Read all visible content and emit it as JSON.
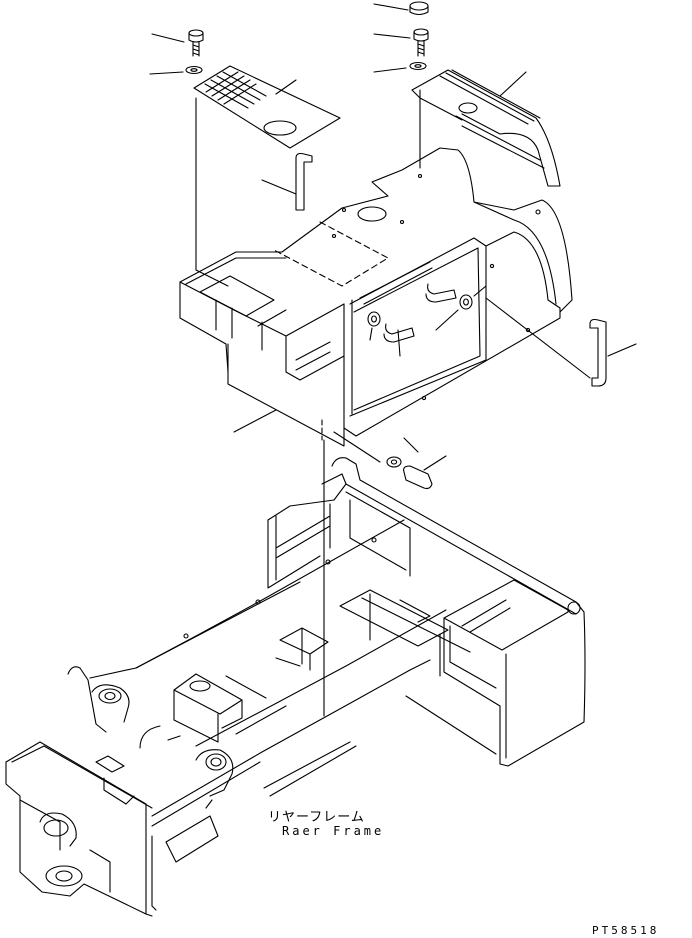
{
  "label_jp": "リヤーフレーム",
  "label_en": "Raer Frame",
  "drawing_code": "PT58518",
  "colors": {
    "line": "#000000",
    "background": "#ffffff"
  }
}
